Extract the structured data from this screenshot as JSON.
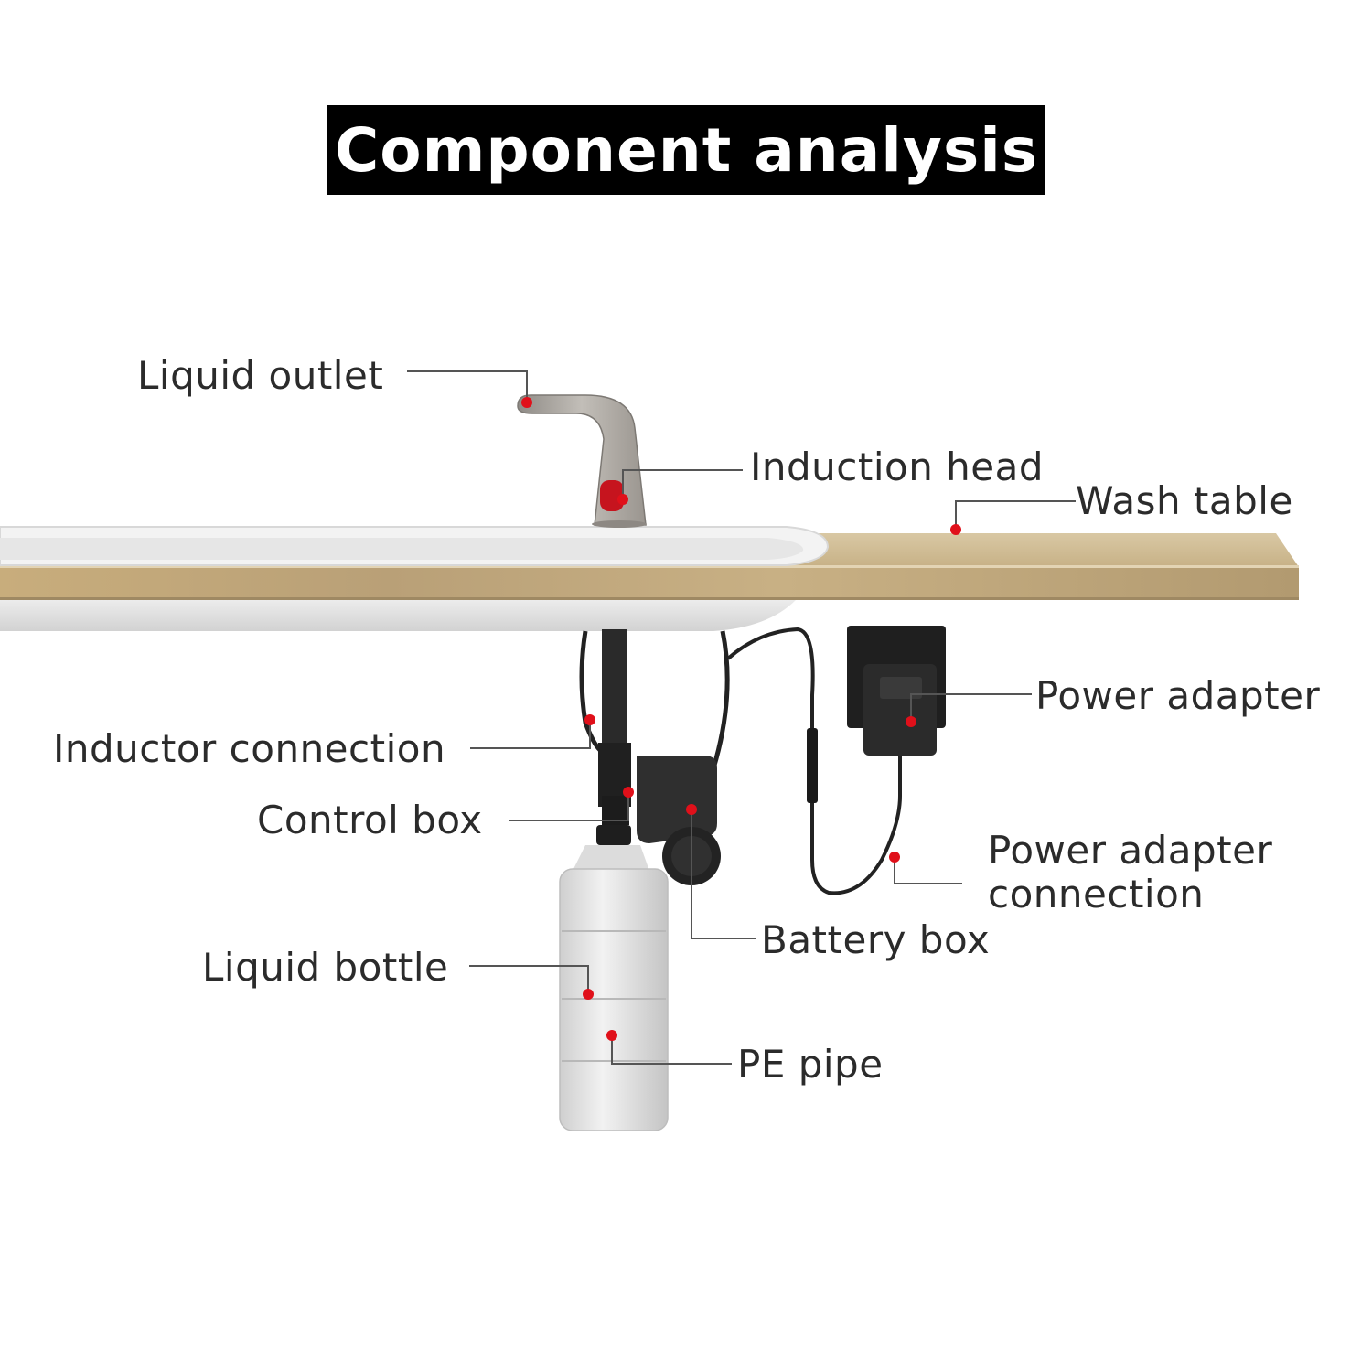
{
  "title": "Component analysis",
  "colors": {
    "banner": "#000000",
    "marker": "#e0101a",
    "leader": "#555555",
    "countertop": "#c9b48e",
    "basin": "#f1f1f1",
    "faucet": "#a5a09a",
    "bottle": "#e4e4e4",
    "dark_parts": "#262626"
  },
  "labels": {
    "liquid_outlet": "Liquid outlet",
    "induction_head": "Induction head",
    "wash_table": "Wash table",
    "power_adapter": "Power adapter",
    "inductor_connection": "Inductor connection",
    "control_box": "Control box",
    "power_adapter_connection_line1": "Power adapter",
    "power_adapter_connection_line2": "connection",
    "battery_box": "Battery box",
    "liquid_bottle": "Liquid bottle",
    "pe_pipe": "PE pipe"
  }
}
